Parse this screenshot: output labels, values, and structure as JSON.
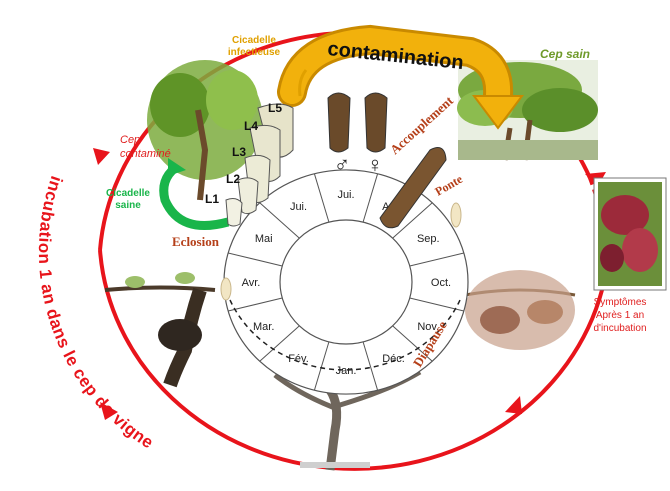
{
  "labels": {
    "contamination": "contamination",
    "cicadelle_infectieuse_1": "Cicadelle",
    "cicadelle_infectieuse_2": "infectieuse",
    "cep_sain": "Cep sain",
    "cep_contamine_1": "Cep",
    "cep_contamine_2": "contaminé",
    "cicadelle_saine_1": "Cicadelle",
    "cicadelle_saine_2": "saine",
    "accouplement": "Accouplement",
    "ponte": "Ponte",
    "eclosion": "Eclosion",
    "diapause": "Diapause",
    "incubation": "incubation 1 an dans le cep de vigne",
    "symptomes_1": "Symptômes",
    "symptomes_2": "Après 1 an",
    "symptomes_3": "d'incubation",
    "male_symbol": "♂",
    "female_symbol": "♀"
  },
  "larval_stages": [
    "L1",
    "L2",
    "L3",
    "L4",
    "L5"
  ],
  "months": [
    "Jan.",
    "Fév.",
    "Mar.",
    "Avr.",
    "Mai",
    "Jui.",
    "Jui.",
    "Aoû.",
    "Sep.",
    "Oct.",
    "Nov.",
    "Déc."
  ],
  "colors": {
    "cycle_arrow": "#e8141b",
    "contamination_arrow": "#f2b10c",
    "contamination_arrow_dark": "#c98a00",
    "healthy_arrow": "#19b54a",
    "red_label": "#e02020",
    "brown_label": "#b5401a",
    "sain_label": "#6f9a2a",
    "infectieuse_label": "#e0a000"
  }
}
